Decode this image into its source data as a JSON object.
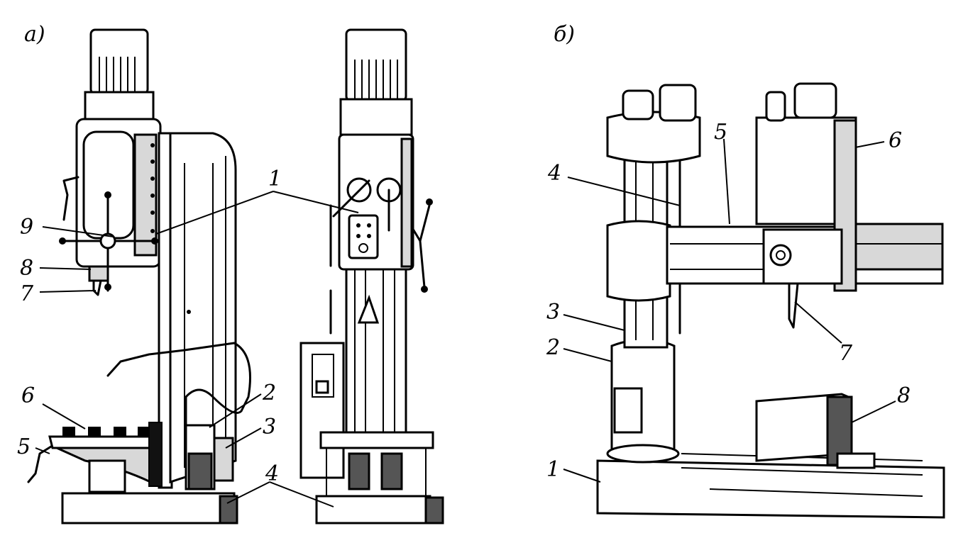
{
  "panels": {
    "a": {
      "label": "а)"
    },
    "b": {
      "label": "б)"
    }
  },
  "callouts_a": [
    {
      "id": "1",
      "text": "1"
    },
    {
      "id": "2",
      "text": "2"
    },
    {
      "id": "3",
      "text": "3"
    },
    {
      "id": "4",
      "text": "4"
    },
    {
      "id": "5",
      "text": "5"
    },
    {
      "id": "6",
      "text": "6"
    },
    {
      "id": "7",
      "text": "7"
    },
    {
      "id": "8",
      "text": "8"
    },
    {
      "id": "9",
      "text": "9"
    }
  ],
  "callouts_b": [
    {
      "id": "1",
      "text": "1"
    },
    {
      "id": "2",
      "text": "2"
    },
    {
      "id": "3",
      "text": "3"
    },
    {
      "id": "4",
      "text": "4"
    },
    {
      "id": "5",
      "text": "5"
    },
    {
      "id": "6",
      "text": "6"
    },
    {
      "id": "7",
      "text": "7"
    },
    {
      "id": "8",
      "text": "8"
    }
  ],
  "colors": {
    "ink": "#000000",
    "paper": "#ffffff",
    "shade": "#d8d8d8"
  }
}
